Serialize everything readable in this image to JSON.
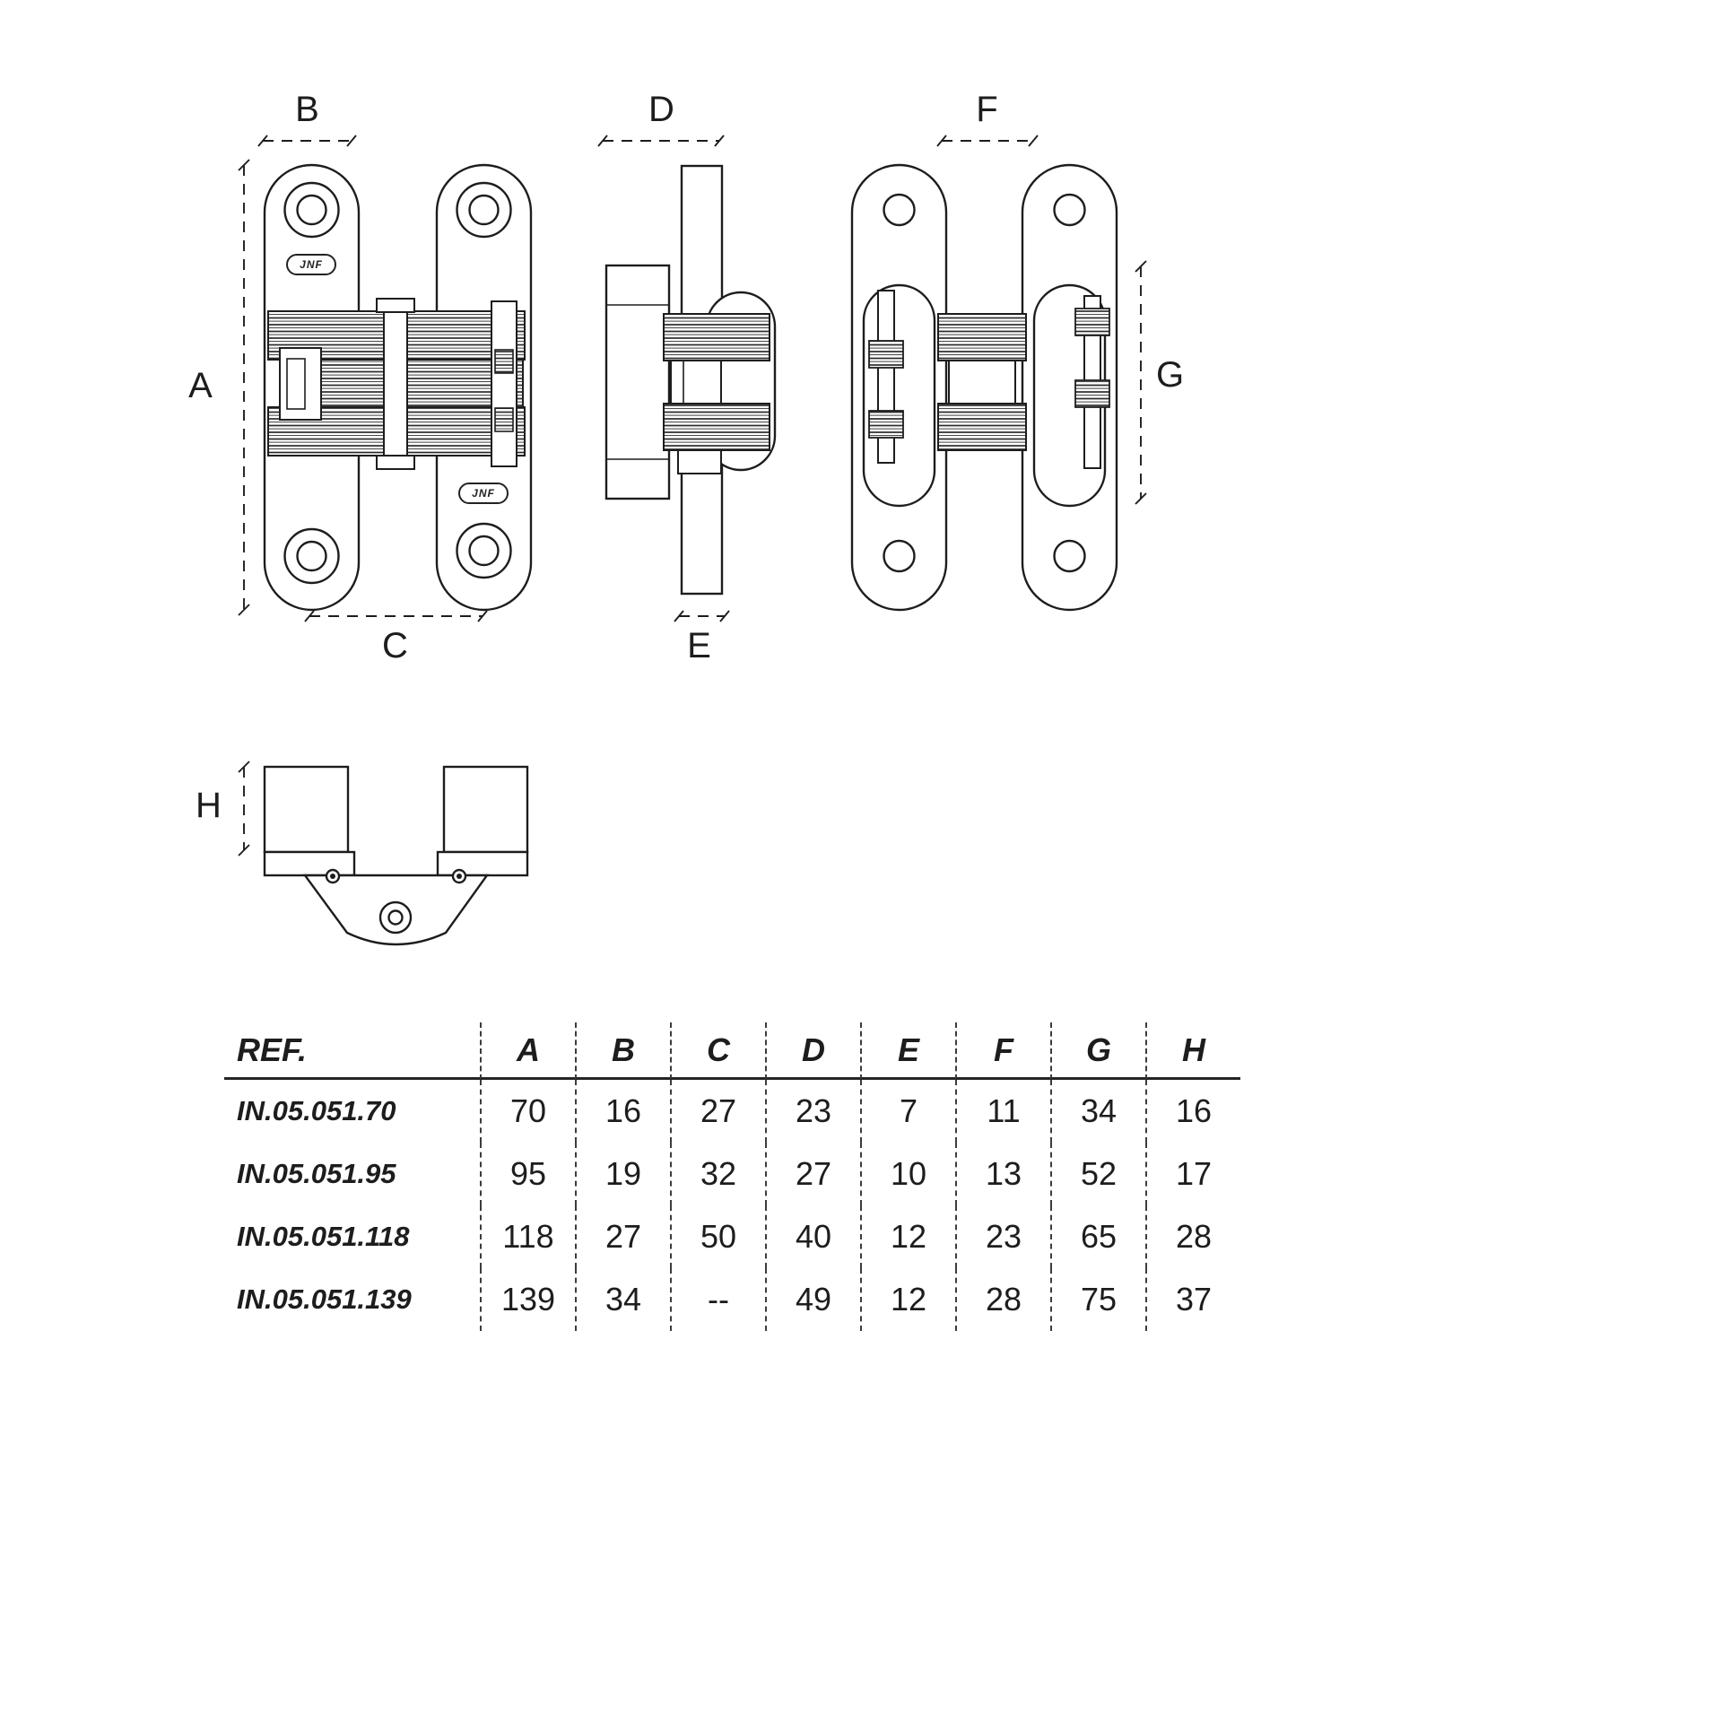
{
  "brand": "JNF",
  "dims": {
    "A": "A",
    "B": "B",
    "C": "C",
    "D": "D",
    "E": "E",
    "F": "F",
    "G": "G",
    "H": "H"
  },
  "table": {
    "ref_header": "REF.",
    "columns": [
      "A",
      "B",
      "C",
      "D",
      "E",
      "F",
      "G",
      "H"
    ],
    "rows": [
      {
        "ref": "IN.05.051.70",
        "values": [
          "70",
          "16",
          "27",
          "23",
          "7",
          "11",
          "34",
          "16"
        ]
      },
      {
        "ref": "IN.05.051.95",
        "values": [
          "95",
          "19",
          "32",
          "27",
          "10",
          "13",
          "52",
          "17"
        ]
      },
      {
        "ref": "IN.05.051.118",
        "values": [
          "118",
          "27",
          "50",
          "40",
          "12",
          "23",
          "65",
          "28"
        ]
      },
      {
        "ref": "IN.05.051.139",
        "values": [
          "139",
          "34",
          "--",
          "49",
          "12",
          "28",
          "75",
          "37"
        ]
      }
    ]
  }
}
